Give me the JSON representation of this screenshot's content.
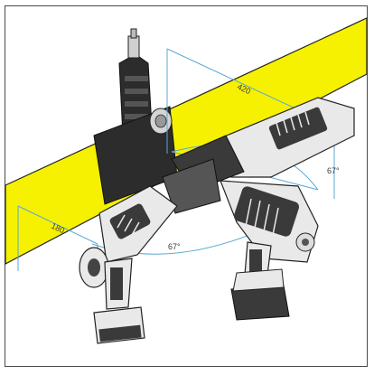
{
  "dimensions": {
    "top_width": "420",
    "left_width": "180",
    "angle_right": "67°",
    "angle_bottom": "67°"
  },
  "colors": {
    "pipe": "#f5f100",
    "fitting": "#2c2c2c",
    "tool_body": "#e9e9e9",
    "tool_dark": "#3a3a3a",
    "dimension_line": "#5aa8d4",
    "frame": "#4a4a4a"
  },
  "icons": {
    "pipe": "yellow-pipe",
    "fitting": "tee-fitting",
    "tool_right": "press-tool-right",
    "tool_left": "press-tool-left"
  }
}
